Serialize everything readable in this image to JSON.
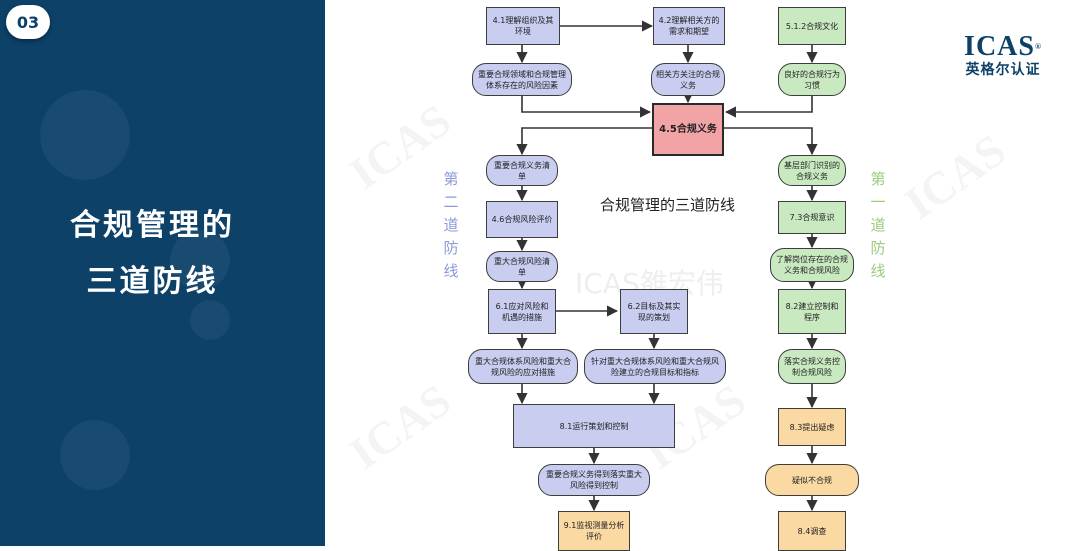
{
  "slide_number": "03",
  "panel_title_line1": "合规管理的",
  "panel_title_line2": "三道防线",
  "logo": {
    "main": "ICAS",
    "reg": "®",
    "sub": "英格尔认证"
  },
  "center_label": "合规管理的三道防线",
  "watermark": "ICAS雒宏伟",
  "left_vertical_label": [
    "第",
    "二",
    "道",
    "防",
    "线"
  ],
  "right_vertical_label": [
    "第",
    "一",
    "道",
    "防",
    "线"
  ],
  "colors": {
    "panel": "#0d4168",
    "blue_box": "#c9cdf0",
    "green_box": "#c9eac0",
    "orange_box": "#fbd9a3",
    "center_box": "#f2a3a6",
    "second_line_text": "#8c9ad8",
    "first_line_text": "#9ccc7c"
  },
  "nodes": {
    "n41": "4.1理解组织及其环境",
    "n42": "4.2理解相关方的需求和期望",
    "n512": "5.1.2合规文化",
    "risk_factors": "重要合规领域和合规管理体系存在的风险因素",
    "stakeholder_obligations": "相关方关注的合规义务",
    "good_habits": "良好的合规行为习惯",
    "n45": "4.5合规义务",
    "obligation_list": "重要合规义务清单",
    "grassroots": "基层部门识别的合规义务",
    "n46": "4.6合规风险评价",
    "n73": "7.3合规意识",
    "major_risk_list": "重大合规风险清单",
    "post_risks": "了解岗位存在的合规义务和合规风险",
    "n61": "6.1应对风险和机遇的措施",
    "n62": "6.2目标及其实现的策划",
    "n82": "8.2建立控制和程序",
    "risk_measures": "重大合规体系风险和重大合规风险的应对措施",
    "targets": "针对重大合规体系风险和重大合规风险建立的合规目标和指标",
    "implement_control": "落实合规义务控制合规风险",
    "n81": "8.1运行策划和控制",
    "n83": "8.3提出疑虑",
    "controlled": "重要合规义务得到落实重大风险得到控制",
    "suspected": "疑似不合规",
    "n91": "9.1监视测量分析评价",
    "n84": "8.4调查"
  }
}
